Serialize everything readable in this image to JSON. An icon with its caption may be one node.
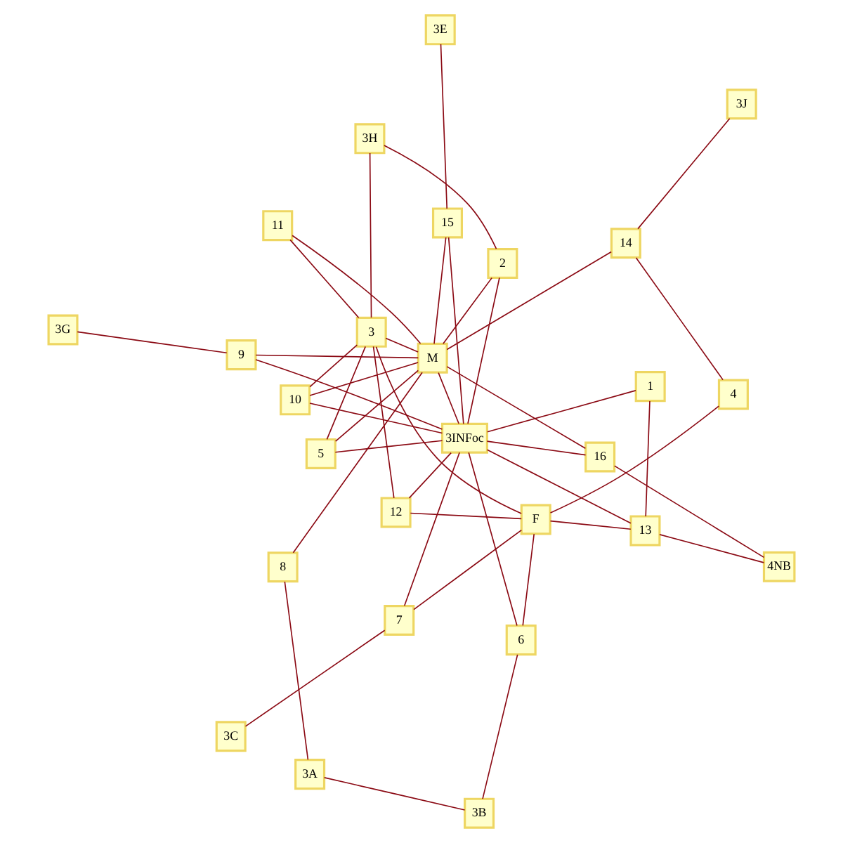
{
  "diagram": {
    "nodes": [
      {
        "text": [
          "4NB"
        ]
      },
      {
        "text": [
          "3J"
        ]
      },
      {
        "text": [
          "3B"
        ]
      },
      {
        "text": [
          "13"
        ]
      },
      {
        "text": [
          "16"
        ]
      },
      {
        "text": [
          "14"
        ]
      },
      {
        "text": [
          "1"
        ]
      },
      {
        "text": [
          "6"
        ]
      },
      {
        "text": [
          "3E"
        ]
      },
      {
        "text": [
          "15"
        ]
      },
      {
        "text": [
          "4"
        ]
      },
      {
        "text": [
          "F"
        ]
      },
      {
        "text": [
          "3INFoc"
        ]
      },
      {
        "text": [
          "M"
        ]
      },
      {
        "text": [
          "12"
        ]
      },
      {
        "text": [
          "7"
        ]
      },
      {
        "text": [
          "3C"
        ]
      },
      {
        "text": [
          "11"
        ]
      },
      {
        "text": [
          "8"
        ]
      },
      {
        "text": [
          "3A"
        ]
      },
      {
        "text": [
          "5"
        ]
      },
      {
        "text": [
          "3"
        ]
      },
      {
        "text": [
          "10"
        ]
      },
      {
        "text": [
          "9"
        ]
      },
      {
        "text": [
          "2"
        ]
      },
      {
        "text": [
          "3H"
        ]
      },
      {
        "text": [
          "3G"
        ]
      }
    ],
    "edges": [
      {
        "from": 0,
        "to": 4,
        "arrow": "none"
      },
      {
        "from": 0,
        "to": 3,
        "arrow": "none"
      },
      {
        "from": 1,
        "to": 5,
        "arrow": "none"
      },
      {
        "from": 2,
        "to": 7,
        "arrow": "none"
      },
      {
        "from": 19,
        "to": 2,
        "arrow": "none"
      },
      {
        "from": 3,
        "to": 11,
        "arrow": "none"
      },
      {
        "from": 3,
        "to": 6,
        "arrow": "none"
      },
      {
        "from": 3,
        "to": 12,
        "arrow": "none"
      },
      {
        "from": 6,
        "to": 12,
        "arrow": "none"
      },
      {
        "from": 7,
        "to": 11,
        "arrow": "none"
      },
      {
        "from": 7,
        "to": 12,
        "arrow": "none"
      },
      {
        "from": 8,
        "to": 9,
        "arrow": "none"
      },
      {
        "from": 9,
        "to": 12,
        "arrow": "none"
      },
      {
        "from": 9,
        "to": 13,
        "arrow": "none"
      },
      {
        "from": 5,
        "to": 10,
        "arrow": "none"
      },
      {
        "from": 5,
        "to": 13,
        "arrow": "none"
      },
      {
        "from": 4,
        "to": 13,
        "arrow": "none"
      },
      {
        "from": 4,
        "to": 12,
        "arrow": "none"
      },
      {
        "from": 11,
        "to": 10,
        "arrow": "none"
      },
      {
        "from": 11,
        "to": 15,
        "arrow": "none"
      },
      {
        "from": 11,
        "to": 14,
        "arrow": "none"
      },
      {
        "from": 11,
        "to": 21,
        "arrow": "none"
      },
      {
        "from": 14,
        "to": 21,
        "arrow": "none"
      },
      {
        "from": 12,
        "to": 14,
        "arrow": "none"
      },
      {
        "from": 15,
        "to": 12,
        "arrow": "none"
      },
      {
        "from": 16,
        "to": 15,
        "arrow": "none"
      },
      {
        "from": 21,
        "to": 25,
        "arrow": "none"
      },
      {
        "from": 24,
        "to": 25,
        "arrow": "none"
      },
      {
        "from": 13,
        "to": 18,
        "arrow": "none"
      },
      {
        "from": 18,
        "to": 19,
        "arrow": "none"
      },
      {
        "from": 13,
        "to": 23,
        "arrow": "none"
      },
      {
        "from": 23,
        "to": 26,
        "arrow": "none"
      },
      {
        "from": 23,
        "to": 12,
        "arrow": "none"
      },
      {
        "from": 13,
        "to": 12,
        "arrow": "none"
      },
      {
        "from": 13,
        "to": 17,
        "arrow": "none"
      },
      {
        "from": 13,
        "to": 20,
        "arrow": "none"
      },
      {
        "from": 13,
        "to": 22,
        "arrow": "none"
      },
      {
        "from": 13,
        "to": 24,
        "arrow": "none"
      },
      {
        "from": 13,
        "to": 21,
        "arrow": "none"
      },
      {
        "from": 12,
        "to": 24,
        "arrow": "none"
      },
      {
        "from": 12,
        "to": 20,
        "arrow": "none"
      },
      {
        "from": 12,
        "to": 22,
        "arrow": "none"
      },
      {
        "from": 20,
        "to": 21,
        "arrow": "none"
      },
      {
        "from": 17,
        "to": 21,
        "arrow": "none"
      },
      {
        "from": 22,
        "to": 21,
        "arrow": "none"
      }
    ]
  }
}
